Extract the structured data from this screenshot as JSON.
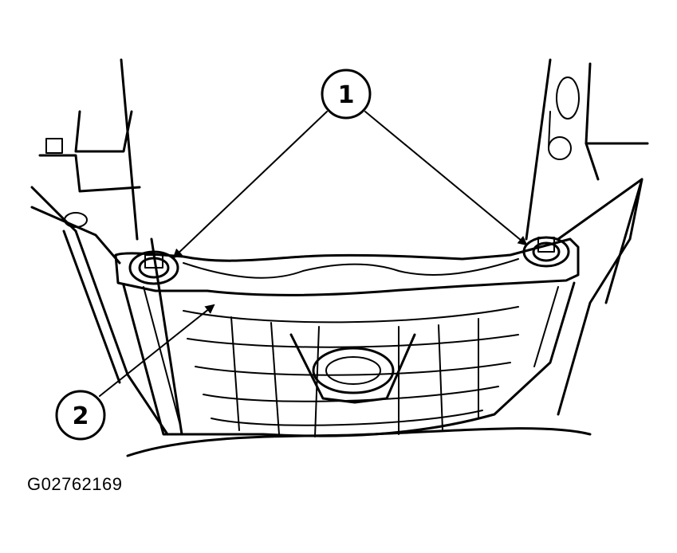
{
  "callouts": {
    "fasteners": "1",
    "grille": "2"
  },
  "figure_id": "G02762169"
}
